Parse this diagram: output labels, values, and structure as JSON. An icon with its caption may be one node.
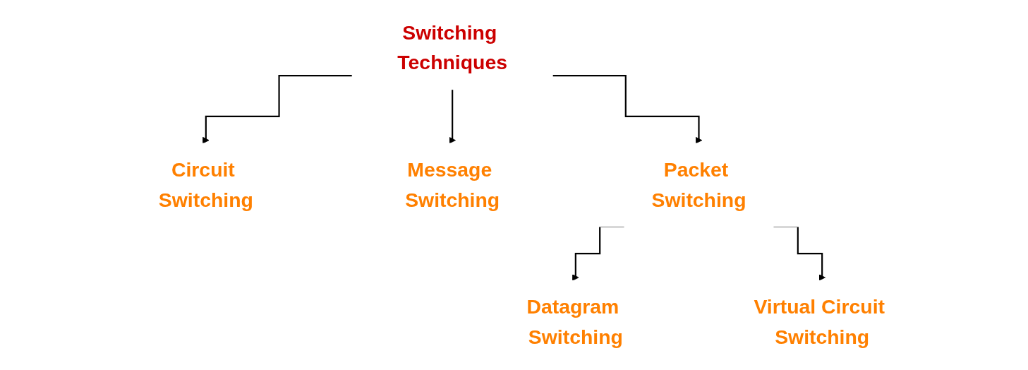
{
  "diagram": {
    "nodes": [
      {
        "text": [
          "Switching Techniques"
        ]
      },
      {
        "text": [
          "Circuit Switching"
        ]
      },
      {
        "text": [
          "Message Switching"
        ]
      },
      {
        "text": [
          "Packet Switching"
        ]
      },
      {
        "text": [
          "Datagram Switching"
        ]
      },
      {
        "text": [
          "Virtual Circuit Switching"
        ]
      }
    ],
    "edges": [
      {
        "from": 0,
        "to": 1,
        "arrow": "to"
      },
      {
        "from": 0,
        "to": 2,
        "arrow": "to"
      },
      {
        "from": 0,
        "to": 3,
        "arrow": "to"
      },
      {
        "from": 3,
        "to": 4,
        "arrow": "to"
      },
      {
        "from": 3,
        "to": 5,
        "arrow": "to"
      }
    ]
  }
}
